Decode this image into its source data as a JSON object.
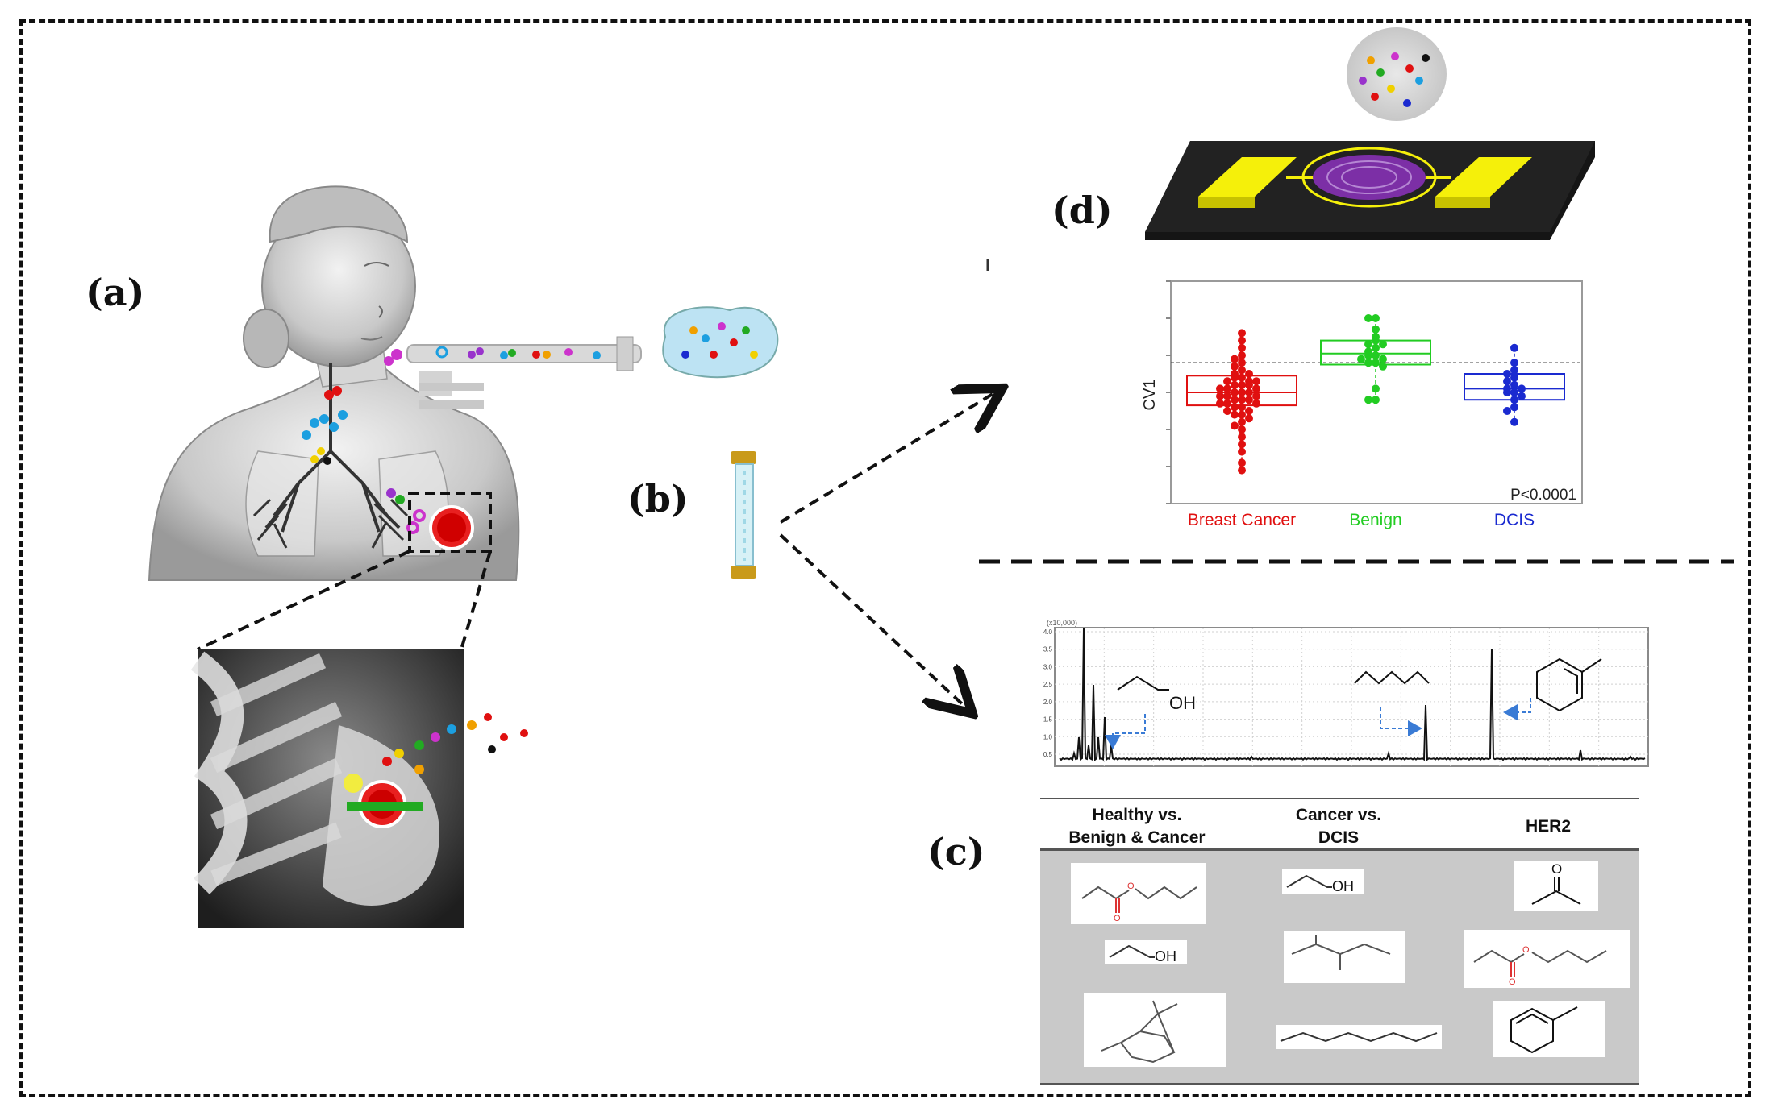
{
  "panels": {
    "a": "(a)",
    "b": "(b)",
    "c": "(c)",
    "d": "(d)"
  },
  "chart_data": {
    "type": "scatter",
    "ylabel": "CV1",
    "categories": [
      "Breast Cancer",
      "Benign",
      "DCIS"
    ],
    "category_colors": [
      "#e01010",
      "#22cc22",
      "#1a2ad0"
    ],
    "annotation": "P<0.0001",
    "series": [
      {
        "name": "Breast Cancer",
        "values": [
          1.6,
          1.4,
          1.2,
          1.0,
          0.9,
          0.8,
          0.7,
          0.6,
          0.5,
          0.5,
          0.4,
          0.4,
          0.3,
          0.3,
          0.3,
          0.2,
          0.2,
          0.2,
          0.1,
          0.1,
          0.1,
          0.0,
          0.0,
          0.0,
          -0.1,
          -0.1,
          -0.1,
          -0.2,
          -0.2,
          -0.2,
          -0.3,
          -0.3,
          -0.3,
          -0.4,
          -0.4,
          -0.5,
          -0.5,
          -0.6,
          -0.6,
          -0.7,
          -0.8,
          -0.9,
          -1.0,
          -1.2,
          -1.4,
          -1.6,
          -1.9,
          -2.1
        ]
      },
      {
        "name": "Benign",
        "values": [
          2.0,
          2.0,
          1.7,
          1.5,
          1.4,
          1.3,
          1.3,
          1.2,
          1.1,
          1.0,
          1.0,
          0.9,
          0.9,
          0.8,
          0.8,
          0.7,
          0.1,
          -0.2,
          -0.2
        ]
      },
      {
        "name": "DCIS",
        "values": [
          1.2,
          0.8,
          0.6,
          0.5,
          0.4,
          0.3,
          0.2,
          0.1,
          0.1,
          0.0,
          0.0,
          -0.1,
          -0.2,
          -0.4,
          -0.5,
          -0.8
        ]
      }
    ],
    "boxes": [
      {
        "q1": -0.35,
        "median": 0.0,
        "q3": 0.45
      },
      {
        "q1": 0.75,
        "median": 1.05,
        "q3": 1.4
      },
      {
        "q1": -0.2,
        "median": 0.1,
        "q3": 0.5
      }
    ],
    "reference_line": 0.8,
    "ylim": [
      -3.0,
      3.0
    ]
  },
  "chromatogram": {
    "corner_label": "(x10,000)",
    "y_ticks": [
      "4.0",
      "3.5",
      "3.0",
      "2.5",
      "2.0",
      "1.5",
      "1.0",
      "0.5"
    ],
    "peak_label_ethanol": "OH"
  },
  "table": {
    "headers": [
      [
        "Healthy vs.",
        "Benign & Cancer"
      ],
      [
        "Cancer vs.",
        "DCIS"
      ],
      [
        "HER2"
      ]
    ],
    "oh_label": "OH",
    "o_label": "O"
  }
}
